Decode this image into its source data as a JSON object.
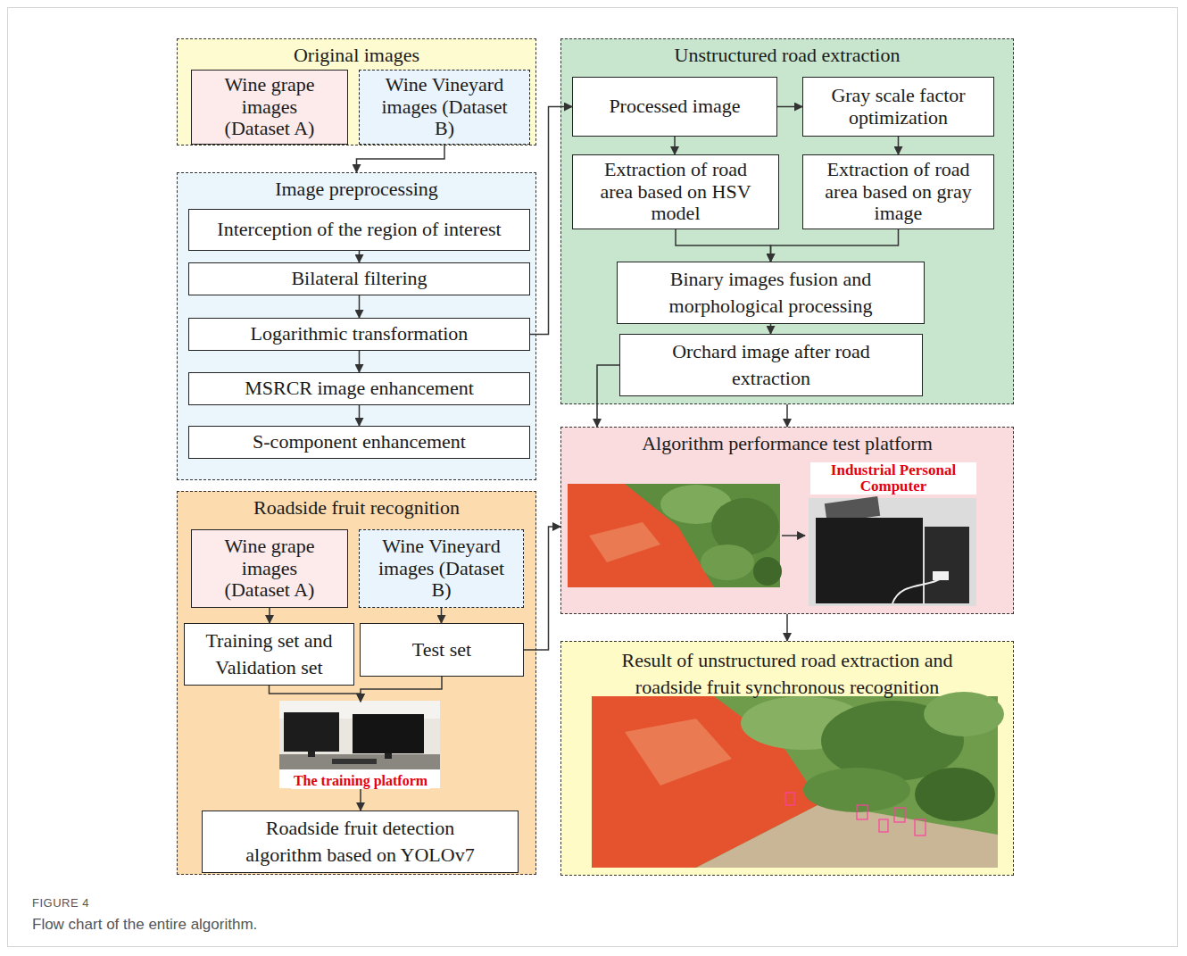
{
  "diagram": {
    "caption": "Flow chart of the entire algorithm.",
    "nodes": [
      {
        "text": [
          "Original images"
        ]
      },
      {
        "text": [
          "Wine grape images (Dataset A)"
        ],
        "in": 0
      },
      {
        "text": [
          "Wine Vineyard images (Dataset B)"
        ],
        "in": 0
      },
      {
        "text": [
          "Image preprocessing"
        ]
      },
      {
        "text": [
          "Interception of the region of interest"
        ],
        "in": 3
      },
      {
        "text": [
          "Bilateral filtering"
        ],
        "in": 3
      },
      {
        "text": [
          "Logarithmic transformation"
        ],
        "in": 3
      },
      {
        "text": [
          "MSRCR image enhancement"
        ],
        "in": 3
      },
      {
        "text": [
          "S-component enhancement"
        ],
        "in": 3
      },
      {
        "text": [
          "Roadside fruit recognition"
        ]
      },
      {
        "text": [
          "Wine grape images (Dataset A)"
        ],
        "in": 9
      },
      {
        "text": [
          "Wine Vineyard images (Dataset B)"
        ],
        "in": 9
      },
      {
        "text": [
          "Training set and Validation set"
        ],
        "in": 9
      },
      {
        "text": [
          "Test set"
        ],
        "in": 9
      },
      {
        "text": [
          "The training platform"
        ],
        "in": 9
      },
      {
        "text": [
          "Roadside fruit detection algorithm based on YOLOv7"
        ],
        "in": 9
      },
      {
        "text": [
          "Unstructured road extraction"
        ]
      },
      {
        "text": [
          "Processed image"
        ],
        "in": 16
      },
      {
        "text": [
          "Gray scale factor optimization"
        ],
        "in": 16
      },
      {
        "text": [
          "Extraction of road area based on HSV model"
        ],
        "in": 16
      },
      {
        "text": [
          "Extraction of road area based on gray image"
        ],
        "in": 16
      },
      {
        "text": [
          "Binary images fusion and morphological processing"
        ],
        "in": 16
      },
      {
        "text": [
          "Orchard image after road extraction"
        ],
        "in": 16
      },
      {
        "text": [
          "Algorithm performance test platform"
        ]
      },
      {
        "text": [
          "Industrial Personal Computer"
        ],
        "in": 23
      },
      {
        "text": [
          "Result of unstructured road extraction and roadside fruit synchronous recognition"
        ]
      }
    ],
    "edges": [
      {
        "from": 2,
        "to": 3,
        "arrow": "to"
      },
      {
        "from": 4,
        "to": 5,
        "arrow": "to"
      },
      {
        "from": 5,
        "to": 6,
        "arrow": "to"
      },
      {
        "from": 6,
        "to": 7,
        "arrow": "to"
      },
      {
        "from": 7,
        "to": 8,
        "arrow": "to"
      },
      {
        "from": 6,
        "to": 17,
        "arrow": "to"
      },
      {
        "from": 17,
        "to": 18,
        "arrow": "to"
      },
      {
        "from": 17,
        "to": 19,
        "arrow": "to"
      },
      {
        "from": 18,
        "to": 20,
        "arrow": "to"
      },
      {
        "from": 19,
        "to": 21,
        "arrow": "to"
      },
      {
        "from": 20,
        "to": 21,
        "arrow": "to"
      },
      {
        "from": 21,
        "to": 22,
        "arrow": "to"
      },
      {
        "from": 22,
        "to": 23,
        "arrow": "to"
      },
      {
        "from": 16,
        "to": 23,
        "arrow": "to"
      },
      {
        "from": 10,
        "to": 12,
        "arrow": "to"
      },
      {
        "from": 11,
        "to": 13,
        "arrow": "to"
      },
      {
        "from": 12,
        "to": 14,
        "arrow": "to"
      },
      {
        "from": 13,
        "to": 14,
        "arrow": "to"
      },
      {
        "from": 14,
        "to": 15,
        "arrow": "to"
      },
      {
        "from": 13,
        "to": 23,
        "arrow": "to"
      },
      {
        "from": 23,
        "to": 25,
        "arrow": "to"
      }
    ],
    "labels": [
      "FIGURE 4"
    ]
  }
}
